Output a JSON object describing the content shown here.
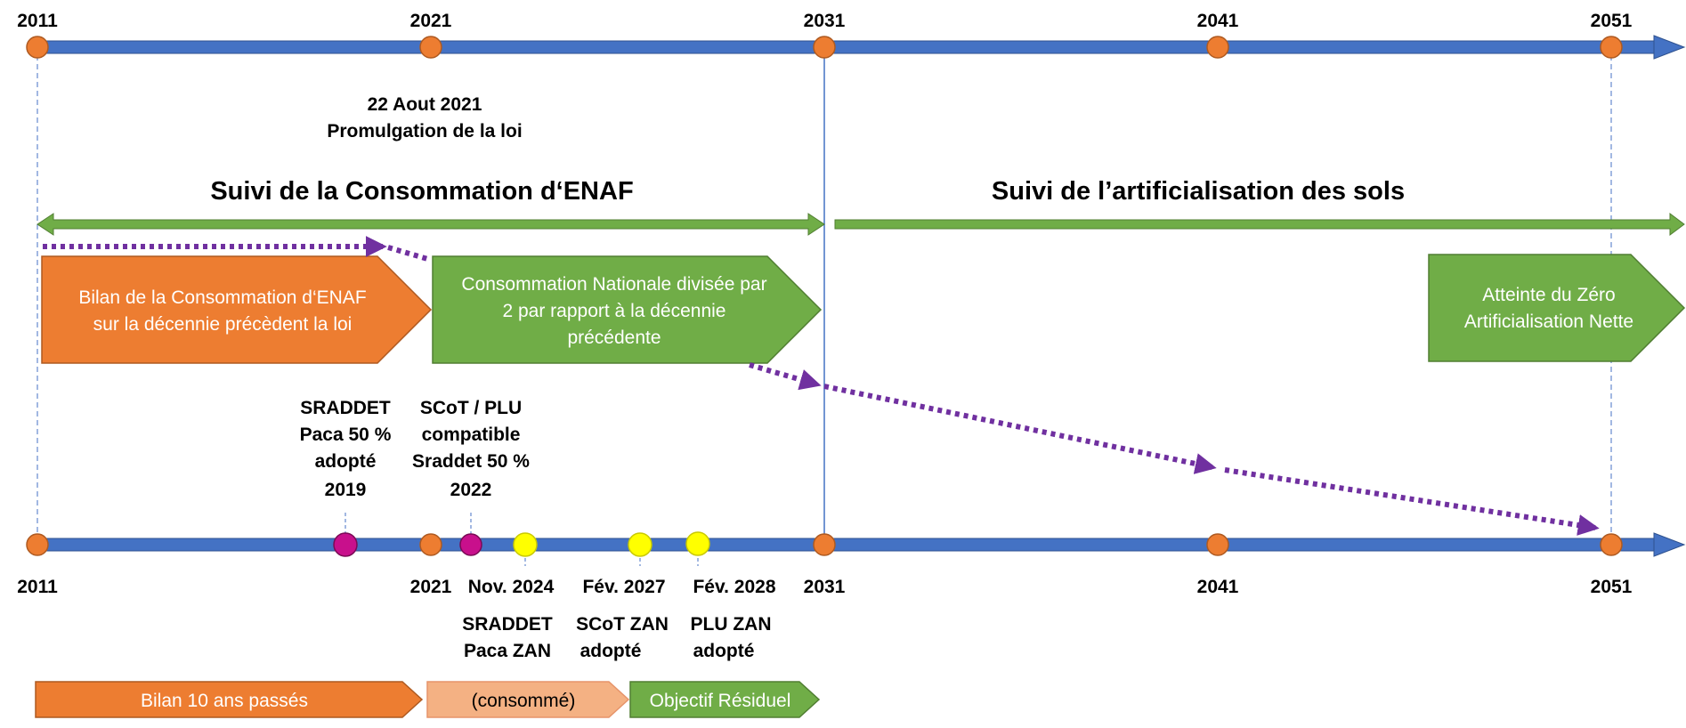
{
  "colors": {
    "axis": "#4472C4",
    "dot_orange": "#ED7D31",
    "dot_magenta": "#C8108C",
    "dot_yellow": "#FFFF00",
    "green": "#70AD47",
    "orange": "#ED7D31",
    "light_orange": "#F4B183",
    "purple": "#7030A0"
  },
  "top_axis": {
    "years": [
      "2011",
      "2021",
      "2031",
      "2041",
      "2051"
    ]
  },
  "law_note": {
    "line1": "22 Aout 2021",
    "line2": "Promulgation de la loi"
  },
  "headings": {
    "left": "Suivi de la Consommation d‘ENAF",
    "right": "Suivi de l’artificialisation des sols"
  },
  "boxes": {
    "bilan_enaf": {
      "line1": "Bilan  de la Consommation d‘ENAF",
      "line2": "sur la décennie précèdent la loi"
    },
    "conso_nationale": {
      "line1": "Consommation Nationale divisée par",
      "line2": "2 par rapport à la décennie",
      "line3": "précédente"
    },
    "zan": {
      "line1": "Atteinte du Zéro",
      "line2": "Artificialisation Nette"
    }
  },
  "milestones_above": {
    "sraddet_2019": [
      "SRADDET",
      "Paca 50 %",
      "adopté",
      "2019"
    ],
    "scot_2022": [
      "SCoT / PLU",
      "compatible",
      "Sraddet 50 %",
      "2022"
    ]
  },
  "bottom_axis": {
    "years": [
      "2011",
      "2021",
      "2031",
      "2041",
      "2051"
    ]
  },
  "milestones_below": {
    "nov_2024": [
      "Nov. 2024",
      "SRADDET",
      "Paca ZAN"
    ],
    "fev_2027": [
      "Fév. 2027",
      "SCoT ZAN",
      "adopté"
    ],
    "fev_2028": [
      "Fév. 2028",
      "PLU ZAN",
      "adopté"
    ]
  },
  "legend": {
    "bilan": "Bilan  10 ans passés",
    "consomme": "(consommé)",
    "objectif": "Objectif Résiduel"
  }
}
